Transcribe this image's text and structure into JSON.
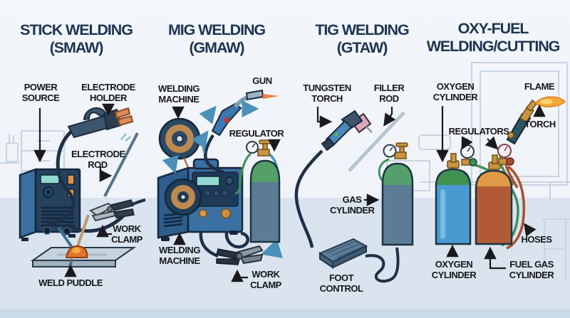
{
  "infographic": {
    "type": "welding-processes-comparison",
    "colors": {
      "title_navy": "#1d3453",
      "label_black": "#17171b",
      "wall": "#f1f5fa",
      "floor": "#d9e4ef",
      "machine_blue": "#3a70a2",
      "panel_navy": "#1f3a58",
      "display_teal": "#90d8cf",
      "accent_orange": "#e0923f",
      "cylinder_slate": "#5b7c94",
      "cylinder_green": "#55a06a",
      "oxygen_blue": "#4a9ad2",
      "fuel_rust": "#b25a36",
      "fuel_amber": "#e09a45",
      "hose_green": "#3f8f5c",
      "hose_red": "#ab4f30",
      "hose_blue": "#4a90b8",
      "brass": "#c99440",
      "flame_orange": "#f6a83b"
    }
  },
  "panels": [
    {
      "title1": "STICK WELDING",
      "title2": "(SMAW)",
      "labels": {
        "power_source": "POWER SOURCE",
        "electrode_holder": "ELECTRODE HOLDER",
        "electrode_rod": "ELECTRODE ROD",
        "work_clamp": "WORK CLAMP",
        "weld_puddle": "WELD PUDDLE"
      }
    },
    {
      "title1": "MIG WELDING",
      "title2": "(GMAW)",
      "labels": {
        "welding_machine_top": "WELDING MACHINE",
        "gun": "GUN",
        "regulator": "REGULATOR",
        "welding_machine_bottom": "WELDING MACHINE",
        "work_clamp": "WORK CLAMP"
      }
    },
    {
      "title1": "TIG WELDING",
      "title2": "(GTAW)",
      "labels": {
        "tungsten_torch": "TUNGSTEN TORCH",
        "filler_rod": "FILLER ROD",
        "gas_cylinder": "GAS CYLINDER",
        "foot_control": "FOOT CONTROL"
      }
    },
    {
      "title1": "OXY-FUEL",
      "title2": "WELDING/CUTTING",
      "labels": {
        "oxygen_cylinder_top": "OXYGEN CYLINDER",
        "flame": "FLAME",
        "torch": "TORCH",
        "regulators": "REGULATORS",
        "hoses": "HOSES",
        "oxygen_cylinder_bottom": "OXYGEN CYLINDER",
        "fuel_gas_cylinder": "FUEL GAS CYLINDER"
      }
    }
  ]
}
